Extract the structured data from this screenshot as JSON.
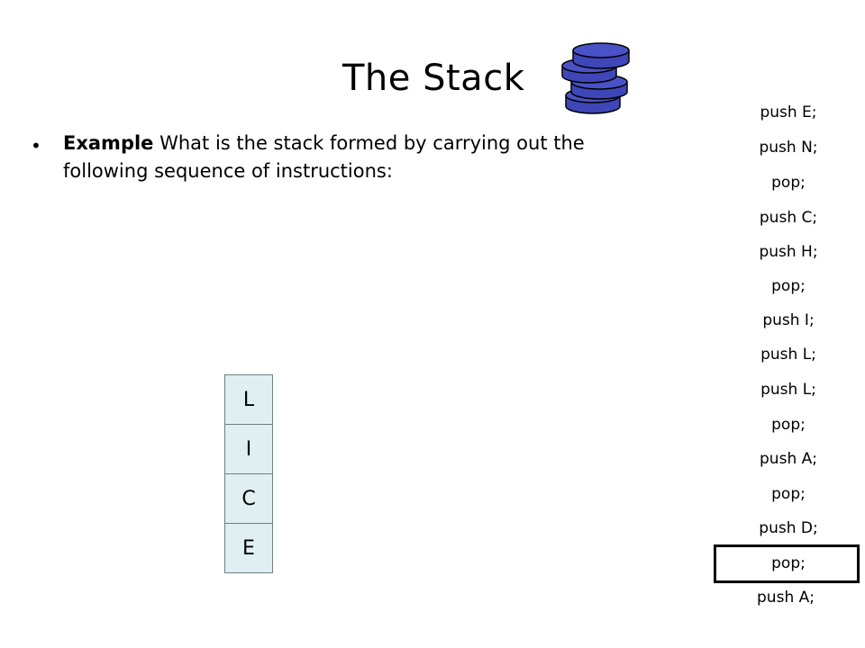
{
  "slide": {
    "title": "The Stack",
    "bullet": {
      "marker": "•",
      "emphasis": "Example",
      "text": " What is the stack formed by carrying out the following sequence of instructions:"
    },
    "stack_cells": [
      "L",
      "I",
      "C",
      "E"
    ],
    "instructions": [
      "push E;",
      "push N;",
      "pop;",
      "push C;",
      "push H;",
      "pop;",
      "push I;",
      "push L;",
      "push L;",
      "pop;",
      "push A;",
      "pop;",
      "push D;",
      "pop;",
      "push A;"
    ],
    "highlighted_instruction": "pop;",
    "colors": {
      "stack_cell_fill": "#dfeff2",
      "logo_disk": "#3e46b8"
    },
    "icons": {
      "logo": "stack-of-disks-icon"
    }
  }
}
